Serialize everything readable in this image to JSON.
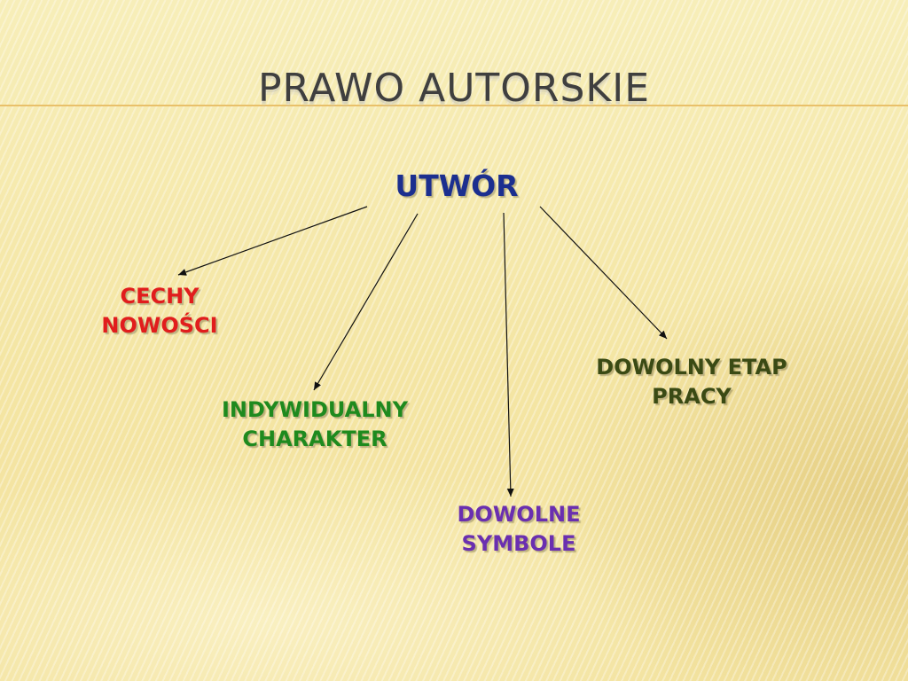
{
  "slide": {
    "title": "PRAWO AUTORSKIE",
    "root": "UTWÓR",
    "branches": {
      "cechy_nowosci": [
        "CECHY",
        "NOWOŚCI"
      ],
      "indywidualny_charakter": [
        "INDYWIDUALNY",
        "CHARAKTER"
      ],
      "dowolne_symbole": [
        "DOWOLNE",
        "SYMBOLE"
      ],
      "dowolny_etap_pracy": [
        "DOWOLNY ETAP",
        "PRACY"
      ]
    },
    "colors": {
      "title": "#3f3f3f",
      "root": "#1c2f8f",
      "cechy_nowosci": "#e11d1d",
      "indywidualny_charakter": "#1e8a1e",
      "dowolne_symbole": "#6a2fb0",
      "dowolny_etap_pracy": "#3a4a14",
      "background": "#f6ebb0",
      "title_rule": "#e9c06a"
    }
  }
}
